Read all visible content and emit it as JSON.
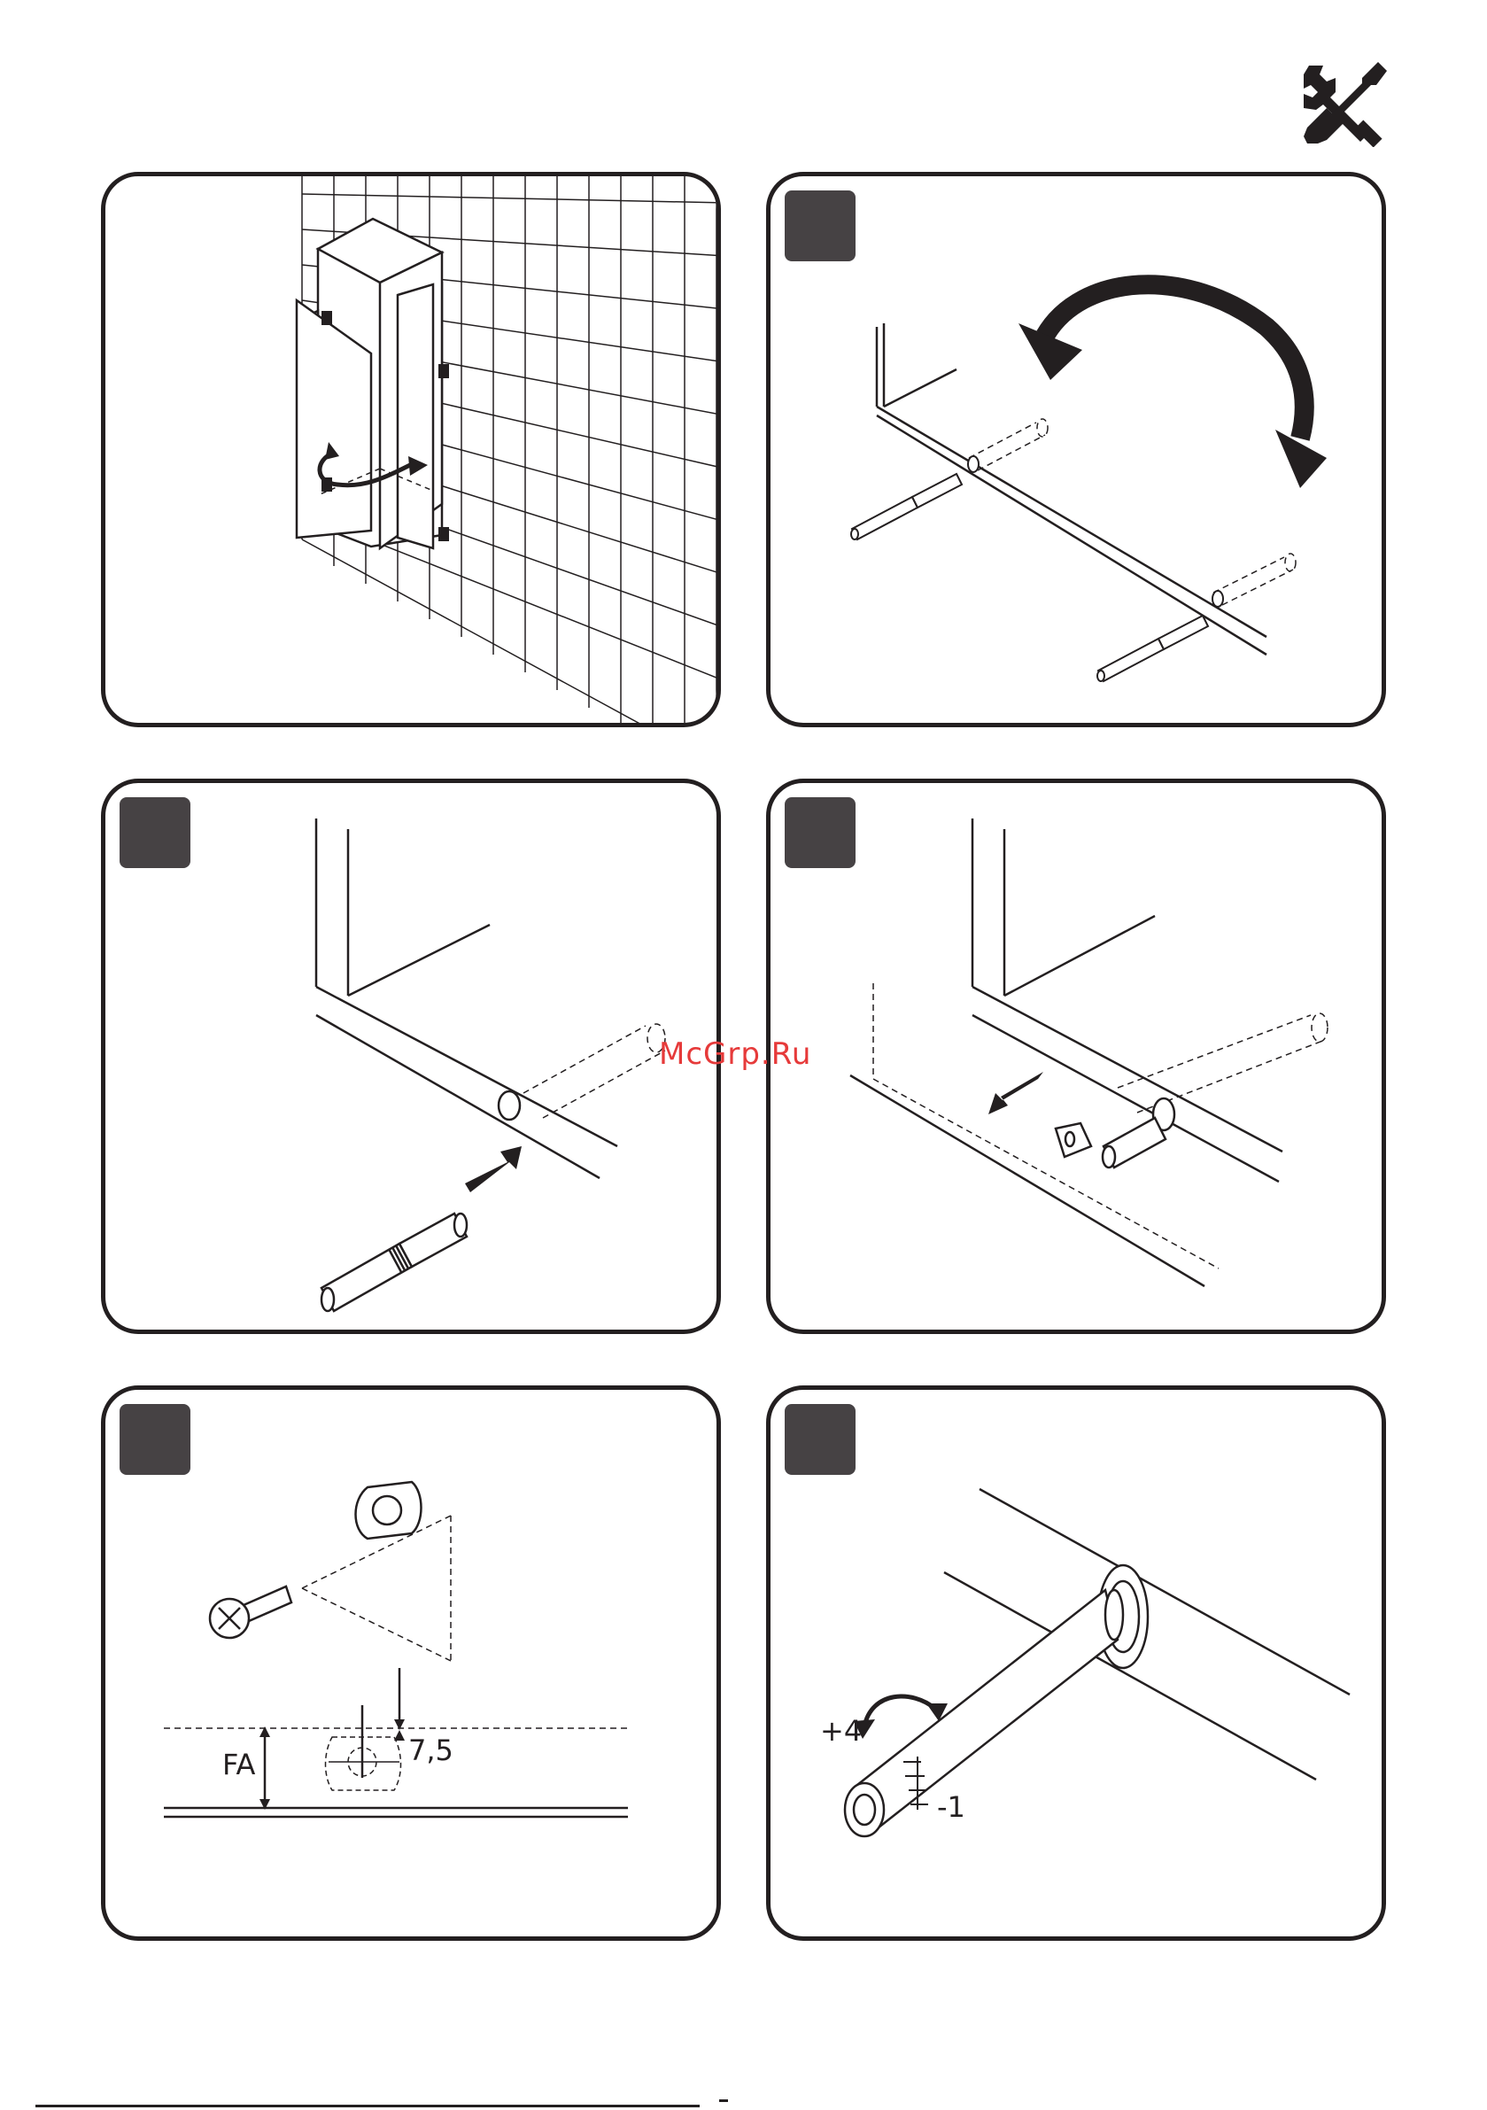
{
  "icons": {
    "header_tool": "wrench-screwdriver-icon"
  },
  "watermark": {
    "text": "McGrp.Ru"
  },
  "panels": [
    {
      "name": "step-1",
      "labels": []
    },
    {
      "name": "step-2",
      "labels": []
    },
    {
      "name": "step-3",
      "labels": []
    },
    {
      "name": "step-4",
      "labels": []
    },
    {
      "name": "step-5",
      "labels": {
        "fa": "FA",
        "dim": "7,5"
      }
    },
    {
      "name": "step-6",
      "labels": {
        "plus": "+4",
        "minus": "-1"
      }
    }
  ],
  "colors": {
    "ink": "#231f20",
    "step_square": "#464244",
    "watermark": "#e63a3a"
  }
}
